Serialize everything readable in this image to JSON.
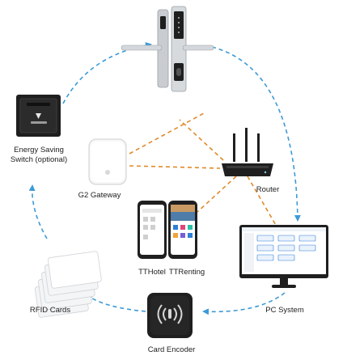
{
  "labels": {
    "energy_switch": "Energy Saving\nSwitch (optional)",
    "gateway": "G2 Gateway",
    "router": "Router",
    "tthotel": "TTHotel",
    "ttrenting": "TTRenting",
    "rfid_cards": "RFID Cards",
    "card_encoder": "Card Encoder",
    "pc_system": "PC System"
  },
  "colors": {
    "cycle_arrows": "#3d9ad6",
    "network_links": "#e08a2a",
    "device_dark": "#1f1f1f",
    "lock_silver": "#c9cdd1",
    "card_white": "#f4f5f6",
    "screen_blue": "#2f7fd8"
  },
  "icons": [
    "door-lock-icon",
    "energy-switch-icon",
    "gateway-icon",
    "router-icon",
    "phone-app-icon",
    "pc-monitor-icon",
    "card-encoder-icon",
    "rfid-cards-icon"
  ]
}
